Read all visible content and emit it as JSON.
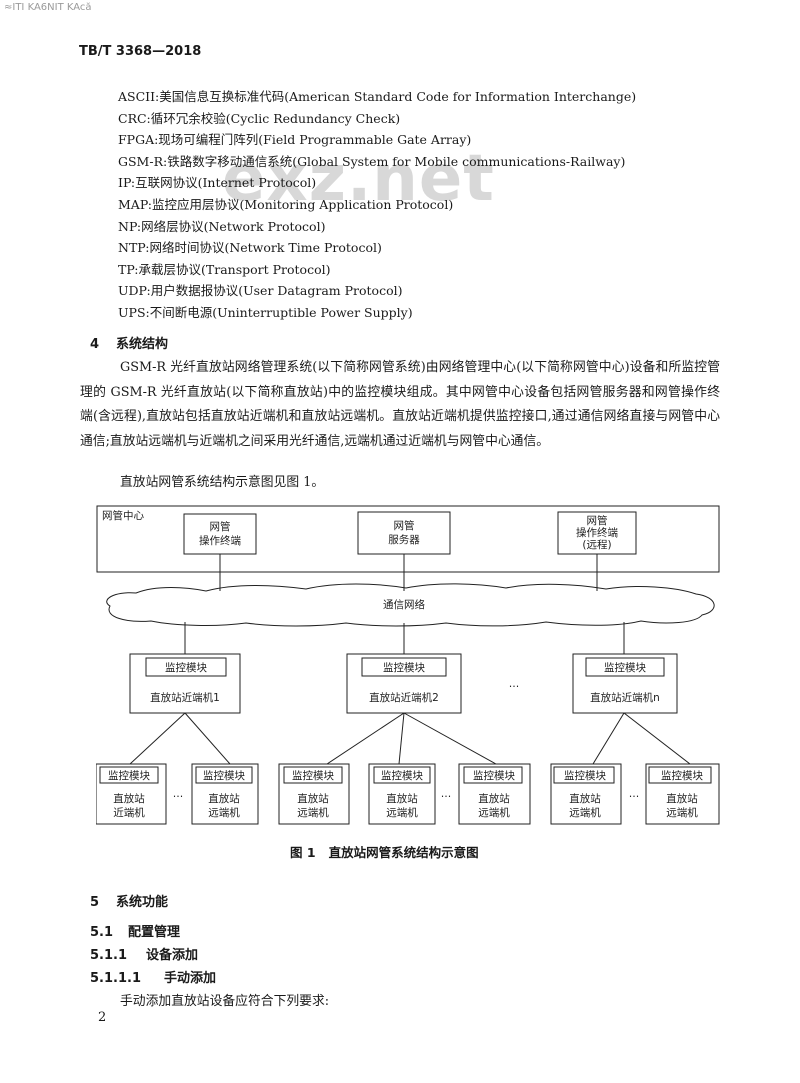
{
  "header": {
    "top_mark": "≈ITI KA6NIT KAcă",
    "standard_number": "TB/T 3368—2018"
  },
  "watermark": "exz.net",
  "abbreviations": [
    "ASCII:美国信息互换标准代码(American Standard Code for Information Interchange)",
    "CRC:循环冗余校验(Cyclic Redundancy Check)",
    "FPGA:现场可编程门阵列(Field Programmable Gate Array)",
    "GSM-R:铁路数字移动通信系统(Global System for Mobile communications-Railway)",
    "IP:互联网协议(Internet Protocol)",
    "MAP:监控应用层协议(Monitoring Application Protocol)",
    "NP:网络层协议(Network Protocol)",
    "NTP:网络时间协议(Network Time Protocol)",
    "TP:承载层协议(Transport Protocol)",
    "UDP:用户数据报协议(User Datagram Protocol)",
    "UPS:不间断电源(Uninterruptible Power Supply)"
  ],
  "section4": {
    "number": "4",
    "title": "系统结构",
    "paragraph": "GSM-R 光纤直放站网络管理系统(以下简称网管系统)由网络管理中心(以下简称网管中心)设备和所监控管理的 GSM-R 光纤直放站(以下简称直放站)中的监控模块组成。其中网管中心设备包括网管服务器和网管操作终端(含远程),直放站包括直放站近端机和直放站远端机。直放站近端机提供监控接口,通过通信网络直接与网管中心通信;直放站远端机与近端机之间采用光纤通信,远端机通过近端机与网管中心通信。",
    "figure_ref": "直放站网管系统结构示意图见图 1。"
  },
  "figure1": {
    "center_label": "网管中心",
    "terminal_line1": "网管",
    "terminal_line2": "操作终端",
    "server_line1": "网管",
    "server_line2": "服务器",
    "remote_terminal_line1": "网管",
    "remote_terminal_line2": "操作终端",
    "remote_terminal_line3": "(远程)",
    "network_label": "通信网络",
    "monitor_module": "监控模块",
    "near_unit_1": "直放站近端机1",
    "near_unit_2": "直放站近端机2",
    "near_unit_n": "直放站近端机n",
    "leaf_line1_a": "直放站",
    "leaf_line2_near": "近端机",
    "leaf_line2_far": "远端机",
    "ellipsis": "…",
    "caption_num": "图 1",
    "caption_title": "直放站网管系统结构示意图"
  },
  "section5": {
    "number": "5",
    "title": "系统功能",
    "s5_1_num": "5.1",
    "s5_1_title": "配置管理",
    "s5_1_1_num": "5.1.1",
    "s5_1_1_title": "设备添加",
    "s5_1_1_1_num": "5.1.1.1",
    "s5_1_1_1_title": "手动添加",
    "paragraph": "手动添加直放站设备应符合下列要求:"
  },
  "page_number": "2"
}
